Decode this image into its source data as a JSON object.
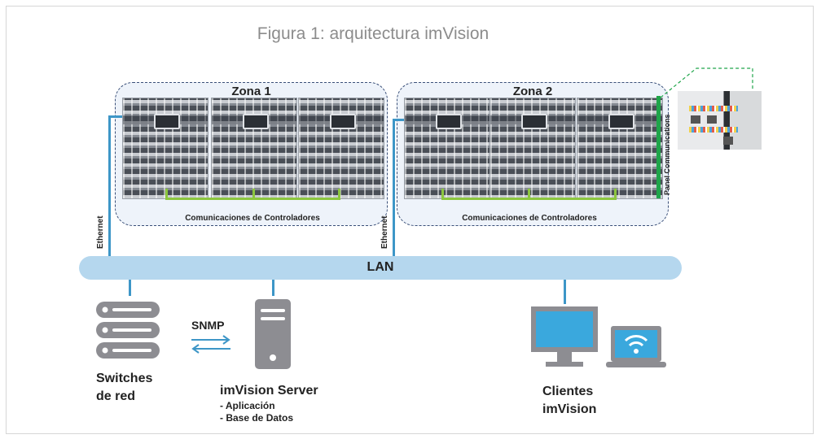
{
  "title": "Figura 1: arquitectura imVision",
  "zones": [
    {
      "label": "Zona 1",
      "comm_label": "Comunicaciones de Controladores"
    },
    {
      "label": "Zona 2",
      "comm_label": "Comunicaciones de Controladores"
    }
  ],
  "panel_label": "Panel  Communications",
  "ethernet_label": "Ethernet",
  "lan_label": "LAN",
  "snmp_label": "SNMP",
  "switches": {
    "line1": "Switches",
    "line2": "de red"
  },
  "server": {
    "title": "imVision Server",
    "item1": "- Aplicación",
    "item2": "- Base de Datos"
  },
  "clients": {
    "line1": "Clientes",
    "line2": "imVision"
  },
  "colors": {
    "lan": "#b5d7ee",
    "link": "#3d96c7",
    "controller_bus": "#8cc63f",
    "panel": "#1fa54a",
    "zone_border": "#3a4f78",
    "icons": "#8d8d92"
  }
}
